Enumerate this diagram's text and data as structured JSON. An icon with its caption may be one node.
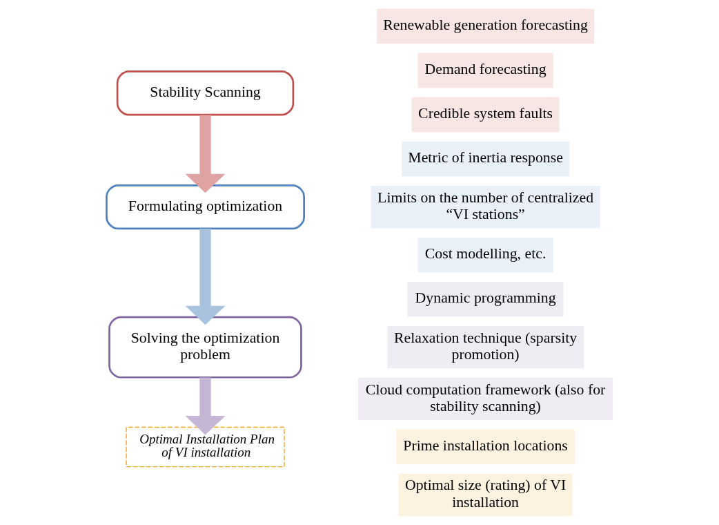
{
  "diagram": {
    "nodes": [
      {
        "text": [
          "Stability Scanning"
        ]
      },
      {
        "text": [
          "Formulating optimization"
        ]
      },
      {
        "text": [
          "Solving the optimization problem"
        ]
      },
      {
        "text": [
          "Optimal Installation Plan of VI installation"
        ]
      },
      {
        "text": [
          "Renewable generation forecasting"
        ]
      },
      {
        "text": [
          "Demand forecasting"
        ]
      },
      {
        "text": [
          "Credible system faults"
        ]
      },
      {
        "text": [
          "Metric of inertia response"
        ]
      },
      {
        "text": [
          "Limits on the number of centralized “VI stations”"
        ]
      },
      {
        "text": [
          "Cost modelling, etc."
        ]
      },
      {
        "text": [
          "Dynamic programming"
        ]
      },
      {
        "text": [
          "Relaxation technique (sparsity promotion)"
        ]
      },
      {
        "text": [
          "Cloud computation framework (also for stability scanning)"
        ]
      },
      {
        "text": [
          "Prime installation locations"
        ]
      },
      {
        "text": [
          "Optimal size (rating) of VI installation"
        ]
      }
    ],
    "edges": [
      {
        "from": 0,
        "to": 1,
        "arrow": "to",
        "color": "#dfa3a3"
      },
      {
        "from": 1,
        "to": 2,
        "arrow": "to",
        "color": "#a9c3df"
      },
      {
        "from": 2,
        "to": 3,
        "arrow": "to",
        "color": "#c6b6d6"
      }
    ]
  }
}
